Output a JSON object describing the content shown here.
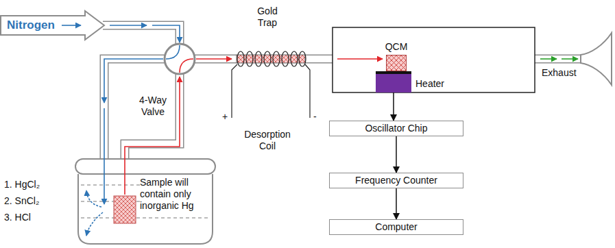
{
  "diagram": {
    "nodes": [
      {
        "text": [
          "Nitrogen"
        ]
      },
      {
        "text": [
          "QCM"
        ]
      },
      {
        "text": [
          "Heater"
        ]
      },
      {
        "text": [
          "Oscillator Chip"
        ]
      },
      {
        "text": [
          "Frequency Counter"
        ]
      },
      {
        "text": [
          "Computer"
        ]
      }
    ],
    "edges": [
      {
        "from": 2,
        "to": 3,
        "arrow": "to"
      },
      {
        "from": 3,
        "to": 4,
        "arrow": "to"
      },
      {
        "from": 4,
        "to": 5,
        "arrow": "to"
      }
    ],
    "labels": [
      "Gold Trap",
      "4-Way Valve",
      "Desorption Coil",
      "+",
      "-",
      "1. HgCl₂",
      "2. SnCl₂",
      "3. HCl",
      "Sample will contain only inorganic Hg",
      "Exhaust"
    ]
  }
}
